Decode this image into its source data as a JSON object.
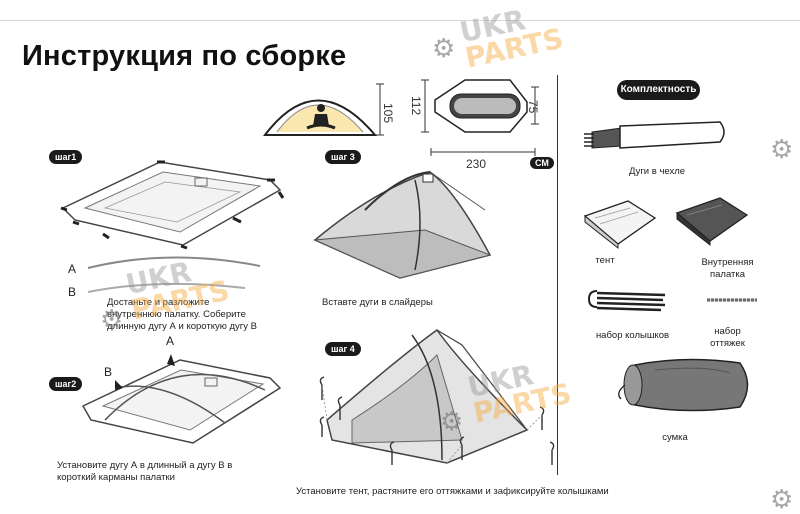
{
  "title": "Инструкция по сборке",
  "steps": [
    {
      "badge": "шаг1",
      "caption_lines": [
        "Достаньте и разложите",
        "внутреннюю палатку. Соберите",
        "длинную дугу А и короткую дугу В"
      ],
      "labels": [
        "A",
        "B"
      ]
    },
    {
      "badge": "шаг2",
      "caption_lines": [
        "Установите дугу А в длинный а дугу В в",
        "короткий карманы палатки"
      ],
      "labels": [
        "A",
        "B"
      ]
    },
    {
      "badge": "шаг 3",
      "caption_lines": [
        "Вставте дуги в слайдеры"
      ]
    },
    {
      "badge": "шаг 4",
      "caption_lines": [
        "Установите тент, растяните его оттяжками и зафиксируйте колышками"
      ]
    }
  ],
  "dimensions": {
    "height_front": "105",
    "width_floor": "112",
    "end_width": "75",
    "length": "230",
    "unit": "СМ"
  },
  "kit": {
    "header": "Комплектность",
    "items": [
      {
        "name": "poles",
        "label_lines": [
          "Дуги в чехле"
        ],
        "icon": "poles-in-case-icon"
      },
      {
        "name": "fly",
        "label_lines": [
          "тент"
        ],
        "icon": "folded-fly-icon"
      },
      {
        "name": "inner",
        "label_lines": [
          "Внутренняя",
          "палатка"
        ],
        "icon": "folded-inner-tent-icon"
      },
      {
        "name": "pegs",
        "label_lines": [
          "набор колышков"
        ],
        "icon": "pegs-set-icon"
      },
      {
        "name": "guylines",
        "label_lines": [
          "набор",
          "оттяжек"
        ],
        "icon": "guylines-icon"
      },
      {
        "name": "bag",
        "label_lines": [
          "сумка"
        ],
        "icon": "stuff-sack-icon"
      }
    ]
  },
  "watermark": {
    "line1": "UKR",
    "line2": "PARTS"
  },
  "colors": {
    "badge": "#1a1a1a",
    "watermark_orange": "#f6a83c",
    "watermark_gray": "#969696"
  }
}
